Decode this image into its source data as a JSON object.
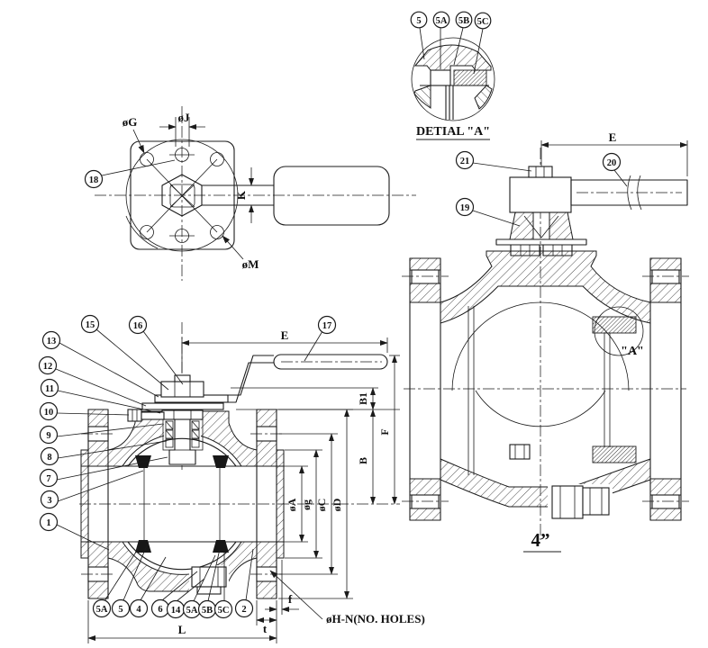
{
  "sheet": {
    "kind": "ball-valve engineering drawing"
  },
  "detail_view": {
    "title": "DETIAL \"A\"",
    "callouts": [
      "5",
      "5A",
      "5B",
      "5C"
    ]
  },
  "top_view": {
    "callout_18": "18",
    "dim_g": "øG",
    "dim_j": "øJ",
    "dim_k": "K",
    "dim_m": "øM"
  },
  "front_view": {
    "callout_21": "21",
    "callout_20": "20",
    "callout_19": "19",
    "dim_e": "E",
    "detail_ref": "\"A\"",
    "size_label": "4”"
  },
  "section_view": {
    "callout_15": "15",
    "callout_16": "16",
    "callout_17": "17",
    "left_callouts": [
      "13",
      "12",
      "11",
      "10",
      "9",
      "8",
      "7",
      "3",
      "1"
    ],
    "bottom_callouts": [
      "5A",
      "5",
      "4",
      "6",
      "14",
      "5A",
      "5B",
      "5C",
      "2"
    ],
    "dim_e": "E",
    "dim_b1": "B1",
    "dim_f_total": "F",
    "dim_b": "B",
    "dim_a": "øA",
    "dim_g": "øg",
    "dim_c": "øC",
    "dim_d": "øD",
    "dim_l": "L",
    "dim_t": "t",
    "dim_f": "f",
    "dim_holes": "øH-N(NO. HOLES)"
  }
}
